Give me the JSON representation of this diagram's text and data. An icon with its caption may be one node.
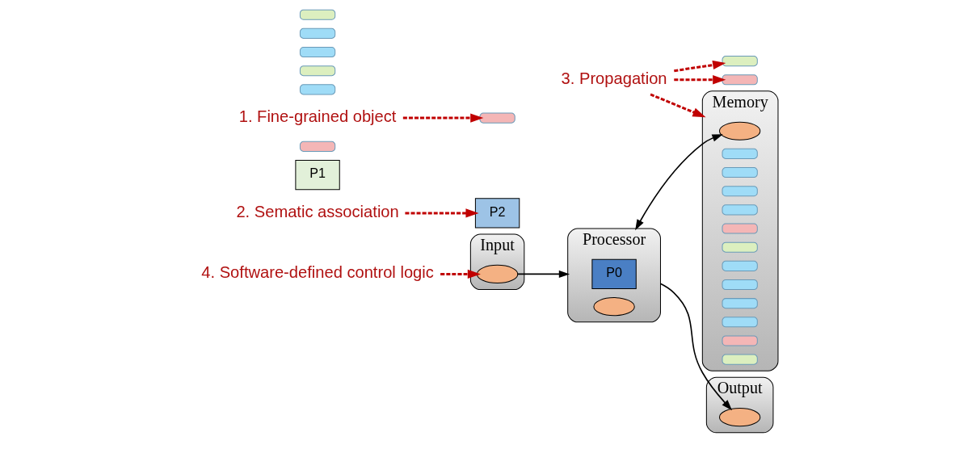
{
  "diagram": {
    "nodes": [
      {
        "text": [
          "Input"
        ]
      },
      {
        "text": [],
        "shape": "ellipse",
        "in": 0
      },
      {
        "text": [
          "P2"
        ]
      },
      {
        "text": [
          "P1"
        ]
      },
      {
        "text": [
          "Processor"
        ]
      },
      {
        "text": [
          "P0"
        ],
        "in": 4
      },
      {
        "text": [],
        "shape": "ellipse",
        "in": 4
      },
      {
        "text": [
          "Output"
        ]
      },
      {
        "text": [],
        "shape": "ellipse",
        "in": 7
      },
      {
        "text": [
          "Memory"
        ]
      },
      {
        "text": [],
        "shape": "ellipse",
        "in": 9
      },
      {
        "text": [],
        "shape": "bar",
        "in": 9
      },
      {
        "text": [],
        "shape": "bar",
        "in": 9
      },
      {
        "text": [],
        "shape": "bar",
        "in": 9
      },
      {
        "text": [],
        "shape": "bar",
        "in": 9
      },
      {
        "text": [],
        "shape": "bar",
        "in": 9
      },
      {
        "text": [],
        "shape": "bar",
        "in": 9
      },
      {
        "text": [],
        "shape": "bar",
        "in": 9
      },
      {
        "text": [],
        "shape": "bar",
        "in": 9
      },
      {
        "text": [],
        "shape": "bar",
        "in": 9
      },
      {
        "text": [],
        "shape": "bar",
        "in": 9
      },
      {
        "text": [],
        "shape": "bar",
        "in": 9
      },
      {
        "text": [],
        "shape": "bar",
        "in": 9
      },
      {
        "text": [],
        "shape": "bar"
      },
      {
        "text": [],
        "shape": "bar"
      },
      {
        "text": [],
        "shape": "bar"
      },
      {
        "text": [],
        "shape": "bar"
      },
      {
        "text": [],
        "shape": "bar"
      },
      {
        "text": [],
        "shape": "bar"
      },
      {
        "text": [],
        "shape": "bar"
      },
      {
        "text": [],
        "shape": "bar"
      },
      {
        "text": [],
        "shape": "bar"
      },
      {
        "text": [
          "4. Software-defined control logic"
        ]
      },
      {
        "text": [
          "2. Sematic association"
        ]
      },
      {
        "text": [
          "1. Fine-grained object"
        ]
      },
      {
        "text": [
          "3. Propagation"
        ]
      }
    ],
    "edges": [
      {
        "from": 1,
        "to": 4,
        "arrow": "to",
        "color": "#000000"
      },
      {
        "from": 4,
        "to": 8,
        "arrow": "to",
        "color": "#000000"
      },
      {
        "from": 4,
        "to": 10,
        "arrow": "both",
        "color": "#000000"
      },
      {
        "from": 32,
        "to": 1,
        "arrow": "to",
        "style": "dashed",
        "color": "#c00000"
      },
      {
        "from": 33,
        "to": 2,
        "arrow": "to",
        "style": "dashed",
        "color": "#c00000"
      },
      {
        "from": 34,
        "to": 24,
        "arrow": "to",
        "style": "dashed",
        "color": "#c00000"
      },
      {
        "from": 35,
        "to": 27,
        "arrow": "to",
        "style": "dashed",
        "color": "#c00000"
      },
      {
        "from": 35,
        "to": 30,
        "arrow": "to",
        "style": "dashed",
        "color": "#c00000"
      },
      {
        "from": 35,
        "to": 9,
        "arrow": "to",
        "style": "dashed",
        "color": "#c00000"
      }
    ]
  }
}
